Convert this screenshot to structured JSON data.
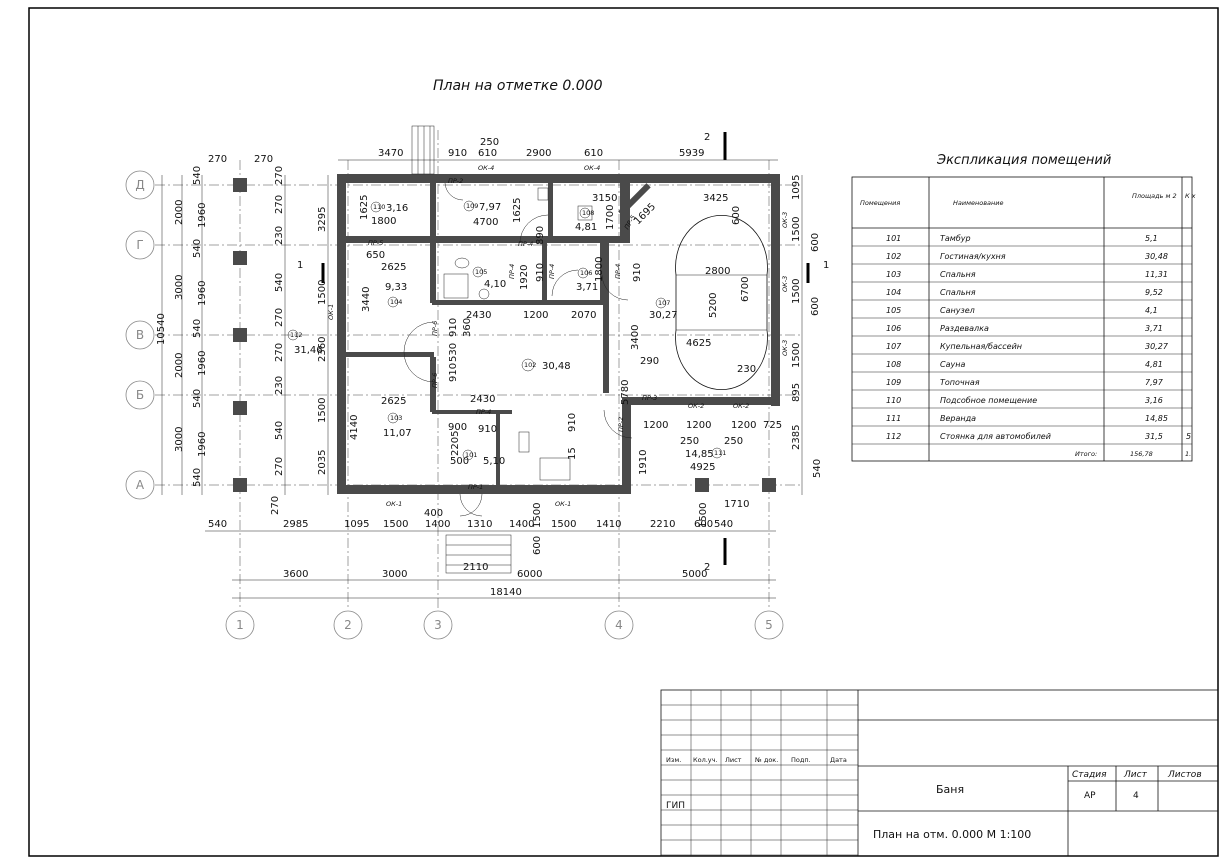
{
  "title": "План на отметке 0.000",
  "section_mark": "2",
  "section_mark_side": "1",
  "axes": {
    "vertical": [
      "1",
      "2",
      "3",
      "4",
      "5"
    ],
    "horizontal": [
      "Д",
      "Г",
      "В",
      "Б",
      "А"
    ]
  },
  "dims": {
    "bottom_total": "18140",
    "bottom_spans": [
      "3600",
      "3000",
      "6000",
      "5000"
    ],
    "bottom_chain": [
      "540",
      "2985",
      "1095",
      "1500",
      "1400",
      "1310",
      "1400",
      "1500",
      "1410",
      "2210",
      "600",
      "540"
    ],
    "top_chain": [
      "3470",
      "910",
      "250",
      "610",
      "2900",
      "610",
      "5939"
    ],
    "left_total": "10540",
    "left_spans": [
      "2000",
      "3000",
      "2000",
      "3000"
    ],
    "left_chain": [
      "540",
      "1960",
      "540",
      "1960",
      "540",
      "1960",
      "540",
      "1960",
      "540"
    ],
    "left_col_top": [
      "270",
      "270"
    ],
    "left_wall_chain": [
      "270",
      "270",
      "230",
      "540",
      "270",
      "270",
      "230",
      "540",
      "270",
      "270"
    ],
    "inner_left": [
      "3295",
      "1500",
      "2360",
      "1500",
      "2035"
    ],
    "inner_x": [
      "3440",
      "4140"
    ],
    "right_chain": [
      "1095",
      "1500",
      "1500",
      "1500",
      "895",
      "2385",
      "540"
    ],
    "right_small": [
      "600",
      "600"
    ],
    "room_dims": [
      "1625",
      "1800",
      "650",
      "2625",
      "2625",
      "4700",
      "1625",
      "3150",
      "3425",
      "1700",
      "1695",
      "890",
      "1920",
      "910",
      "1800",
      "910",
      "2800",
      "6700",
      "5200",
      "4625",
      "600",
      "2430",
      "1200",
      "2070",
      "3400",
      "290",
      "230",
      "360",
      "530",
      "910",
      "910",
      "2430",
      "5780",
      "900",
      "910",
      "2205",
      "500",
      "910",
      "15",
      "1200",
      "1200",
      "1200",
      "725",
      "250",
      "250",
      "4925",
      "1910",
      "1710",
      "400",
      "2110",
      "600",
      "1500",
      "1500"
    ],
    "outside_area": "31,46"
  },
  "rooms": [
    {
      "num": "110",
      "area": "3,16"
    },
    {
      "num": "109",
      "area": "7,97"
    },
    {
      "num": "108",
      "area": "4,81"
    },
    {
      "num": "105",
      "area": "4,10"
    },
    {
      "num": "106",
      "area": "3,71"
    },
    {
      "num": "104",
      "area": "9,33"
    },
    {
      "num": "102",
      "area": "30,48"
    },
    {
      "num": "107",
      "area": "30,27"
    },
    {
      "num": "103",
      "area": "11,07"
    },
    {
      "num": "101",
      "area": "5,10"
    },
    {
      "num": "111",
      "area": "14,85"
    },
    {
      "num": "112",
      "area": ""
    }
  ],
  "doors": [
    "ПР-2",
    "ПР-5",
    "ПР-6",
    "ПР-6",
    "ПР-4",
    "ПР-4",
    "ПР-4",
    "ПР-4",
    "ПР-4",
    "ПР-3",
    "ПР-2",
    "ПР-1",
    "ПР-5"
  ],
  "windows": [
    "ОК-4",
    "ОК-4",
    "ОК-1",
    "ОК-3",
    "ОК-3",
    "ОК-3",
    "ОК-2",
    "ОК-2",
    "ОК-1",
    "ОК-1"
  ],
  "explication": {
    "title": "Экспликация помещений",
    "headers": [
      "Помещения",
      "Наименование",
      "Площадь м 2",
      "К х"
    ],
    "rows": [
      [
        "101",
        "Тамбур",
        "5,1",
        ""
      ],
      [
        "102",
        "Гостиная/кухня",
        "30,48",
        ""
      ],
      [
        "103",
        "Спальня",
        "11,31",
        ""
      ],
      [
        "104",
        "Спальня",
        "9,52",
        ""
      ],
      [
        "105",
        "Санузел",
        "4,1",
        ""
      ],
      [
        "106",
        "Раздевалка",
        "3,71",
        ""
      ],
      [
        "107",
        "Купельная/бассейн",
        "30,27",
        ""
      ],
      [
        "108",
        "Сауна",
        "4,81",
        ""
      ],
      [
        "109",
        "Топочная",
        "7,97",
        ""
      ],
      [
        "110",
        "Подсобное помещение",
        "3,16",
        ""
      ],
      [
        "111",
        "Веранда",
        "14,85",
        ""
      ],
      [
        "112",
        "Стоянка для автомобилей",
        "31,5",
        "5"
      ]
    ],
    "total_label": "Итого:",
    "total_value": "156,78",
    "total_extra": "1."
  },
  "stamp": {
    "col_headers": [
      "Изм.",
      "Кол.уч.",
      "Лист",
      "№ док.",
      "Подп.",
      "Дата"
    ],
    "role": "ГИП",
    "object": "Баня",
    "stage_label": "Стадия",
    "sheet_label": "Лист",
    "sheets_label": "Листов",
    "stage": "АР",
    "sheet": "4",
    "sheets": "",
    "drawing_name": "План на отм. 0.000  М 1:100"
  }
}
